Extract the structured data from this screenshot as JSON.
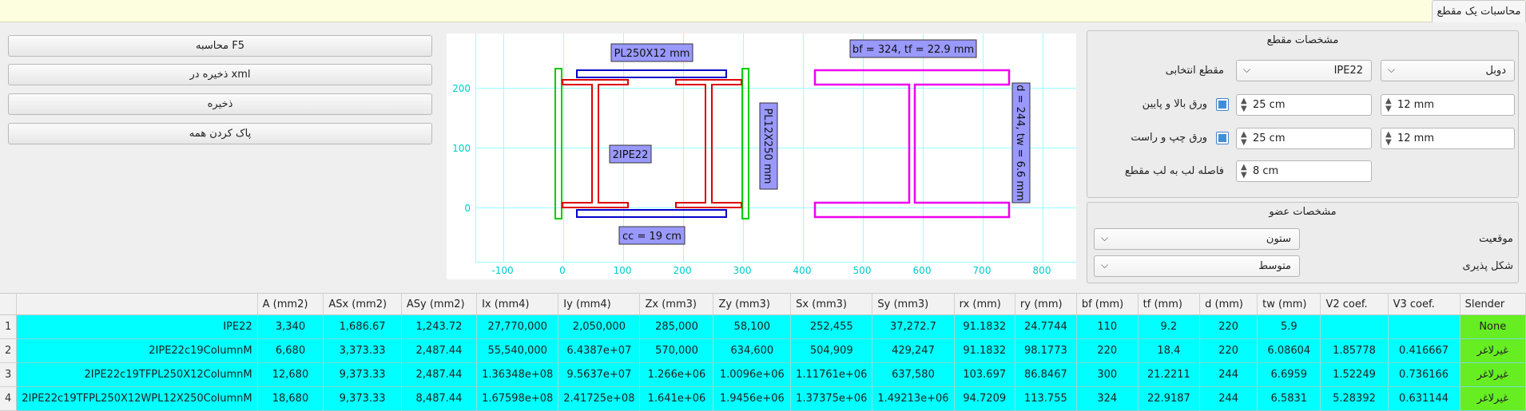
{
  "tab": {
    "title": "محاسبات یک مقطع"
  },
  "buttons": {
    "calculate": "محاسبه F5",
    "save_xml": "ذخیره در xml",
    "save": "ذخیره",
    "clear_all": "پاک کردن همه"
  },
  "section_props": {
    "title": "مشخصات مقطع",
    "selected_section_label": "مقطع انتخابی",
    "combo_type": "دوبل",
    "combo_profile": "IPE22",
    "top_bottom_plate_label": "ورق بالا و پایین",
    "top_bottom_width": "25 cm",
    "top_bottom_thickness": "12 mm",
    "left_right_plate_label": "ورق چپ و راست",
    "left_right_width": "25 cm",
    "left_right_thickness": "12 mm",
    "edge_distance_label": "فاصله لب به لب مقطع",
    "edge_distance": "8 cm"
  },
  "member_props": {
    "title": "مشخصات عضو",
    "position_label": "موقعیت",
    "position_value": "ستون",
    "ductility_label": "شکل پذیری",
    "ductility_value": "متوسط"
  },
  "drawing": {
    "x_ticks": [
      "-100",
      "0",
      "100",
      "200",
      "300",
      "400",
      "500",
      "600",
      "700",
      "800"
    ],
    "y_ticks": [
      "200",
      "100",
      "0"
    ],
    "label_pl_top": "PL250X12 mm",
    "label_2ipe": "2IPE22",
    "label_pl_side": "PL12X250 mm",
    "label_cc": "cc = 19 cm",
    "label_bf_tf": "bf = 324, tf = 22.9 mm",
    "label_d_tw": "d = 244, tw = 6.6 mm",
    "colors": {
      "plate_side": "#00cc00",
      "plate_top": "#0000cc",
      "ipe": "#dd0000",
      "equivalent": "#ee00ee",
      "grid": "#99ffff",
      "label_bg": "#9999ff"
    }
  },
  "table": {
    "columns": [
      "A (mm2)",
      "ASx (mm2)",
      "ASy (mm2)",
      "Ix (mm4)",
      "Iy (mm4)",
      "Zx (mm3)",
      "Zy (mm3)",
      "Sx (mm3)",
      "Sy (mm3)",
      "rx (mm)",
      "ry (mm)",
      "bf (mm)",
      "tf (mm)",
      "d (mm)",
      "tw (mm)",
      "V2 coef.",
      "V3 coef.",
      "Slender"
    ],
    "rows": [
      {
        "num": "1",
        "name": "IPE22",
        "cells": [
          "3,340",
          "1,686.67",
          "1,243.72",
          "27,770,000",
          "2,050,000",
          "285,000",
          "58,100",
          "252,455",
          "37,272.7",
          "91.1832",
          "24.7744",
          "110",
          "9.2",
          "220",
          "5.9",
          "",
          ""
        ],
        "slender": "None"
      },
      {
        "num": "2",
        "name": "2IPE22c19ColumnM",
        "cells": [
          "6,680",
          "3,373.33",
          "2,487.44",
          "55,540,000",
          "6.4387e+07",
          "570,000",
          "634,600",
          "504,909",
          "429,247",
          "91.1832",
          "98.1773",
          "220",
          "18.4",
          "220",
          "6.08604",
          "1.85778",
          "0.416667"
        ],
        "slender": "غیرلاغر"
      },
      {
        "num": "3",
        "name": "2IPE22c19TFPL250X12ColumnM",
        "cells": [
          "12,680",
          "9,373.33",
          "2,487.44",
          "1.36348e+08",
          "9.5637e+07",
          "1.266e+06",
          "1.0096e+06",
          "1.11761e+06",
          "637,580",
          "103.697",
          "86.8467",
          "300",
          "21.2211",
          "244",
          "6.6959",
          "1.52249",
          "0.736166"
        ],
        "slender": "غیرلاغر"
      },
      {
        "num": "4",
        "name": "2IPE22c19TFPL250X12WPL12X250ColumnM",
        "cells": [
          "18,680",
          "9,373.33",
          "8,487.44",
          "1.67598e+08",
          "2.41725e+08",
          "1.641e+06",
          "1.9456e+06",
          "1.37375e+06",
          "1.49213e+06",
          "94.7209",
          "113.755",
          "324",
          "22.9187",
          "244",
          "6.5831",
          "5.28392",
          "0.631144"
        ],
        "slender": "غیرلاغر"
      }
    ]
  }
}
